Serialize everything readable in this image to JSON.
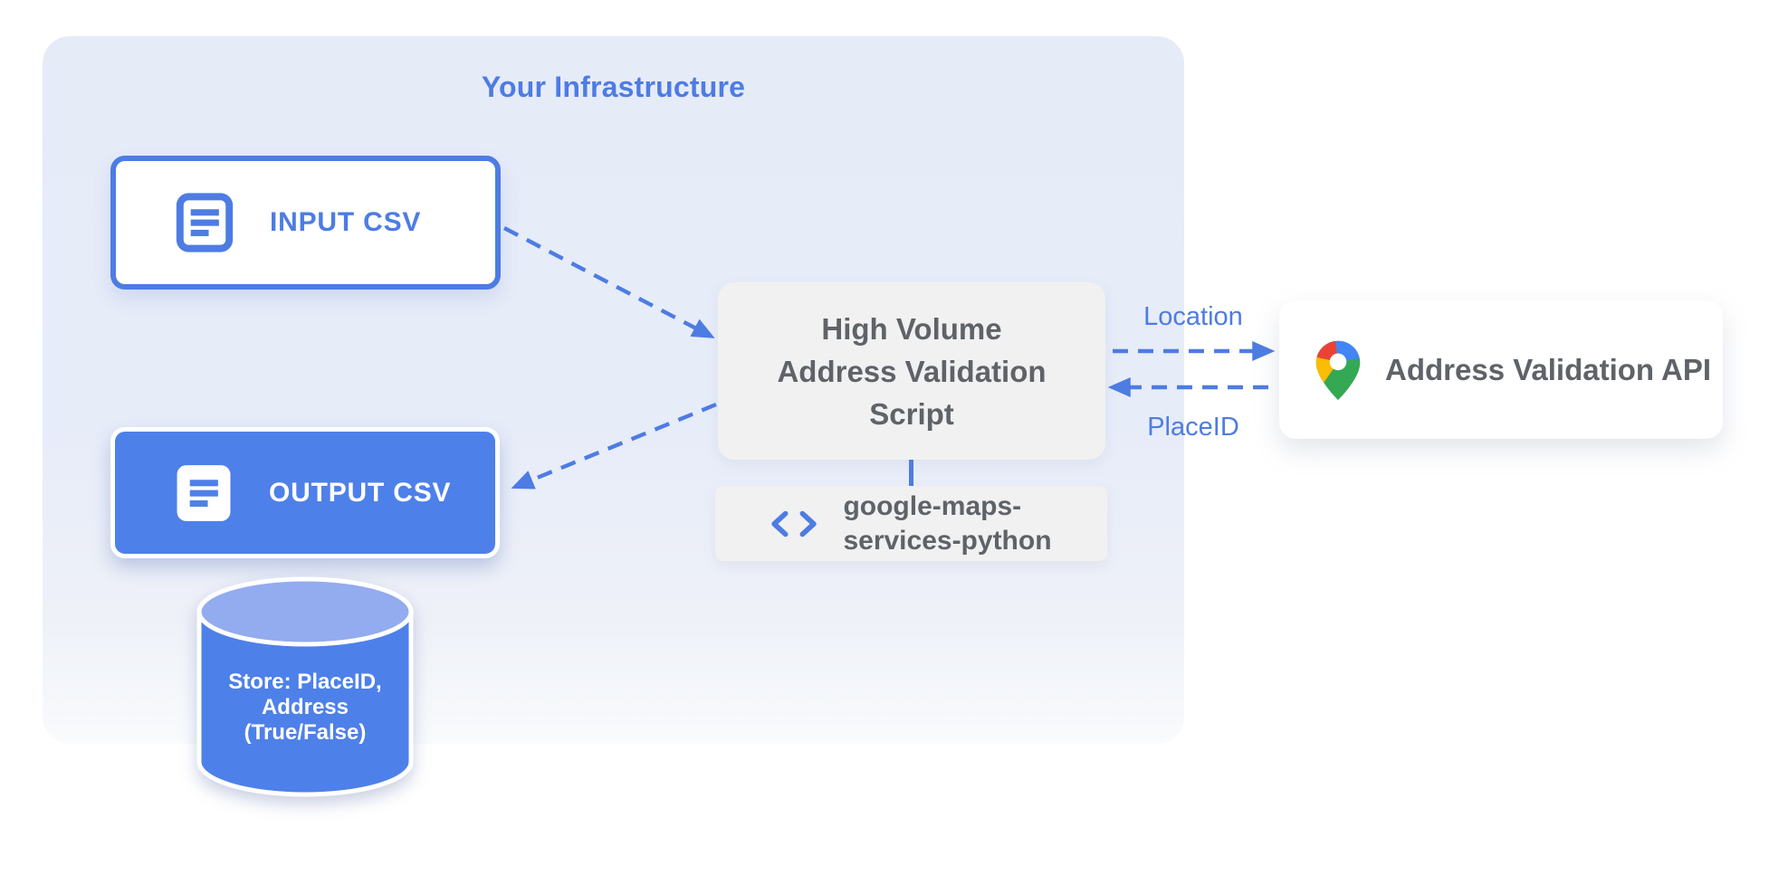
{
  "panel": {
    "title": "Your Infrastructure"
  },
  "nodes": {
    "input_csv": {
      "label": "INPUT CSV"
    },
    "output_csv": {
      "label": "OUTPUT CSV"
    },
    "script": {
      "line1": "High Volume",
      "line2": "Address Validation",
      "line3": "Script"
    },
    "library": {
      "line1": "google-maps-",
      "line2": "services-python"
    },
    "api": {
      "label": "Address Validation API"
    },
    "datastore": {
      "line1": "Store: PlaceID,",
      "line2": "Address",
      "line3": "(True/False)"
    }
  },
  "edges": {
    "location_label": "Location",
    "placeid_label": "PlaceID"
  },
  "icons": {
    "input_csv": "document-icon",
    "output_csv": "document-icon",
    "library": "code-icon",
    "api": "google-maps-pin-icon"
  },
  "colors": {
    "accent_blue": "#4d7ce3",
    "fill_blue": "#4e80e9",
    "cylinder_top_blue": "#93abef",
    "panel_lavender": "#e7ecf9",
    "box_gray": "#f1f1f2",
    "text_gray": "#5f6368",
    "maps_red": "#EA4335",
    "maps_blue": "#4285F4",
    "maps_yellow": "#FBBC04",
    "maps_green": "#34A853"
  }
}
